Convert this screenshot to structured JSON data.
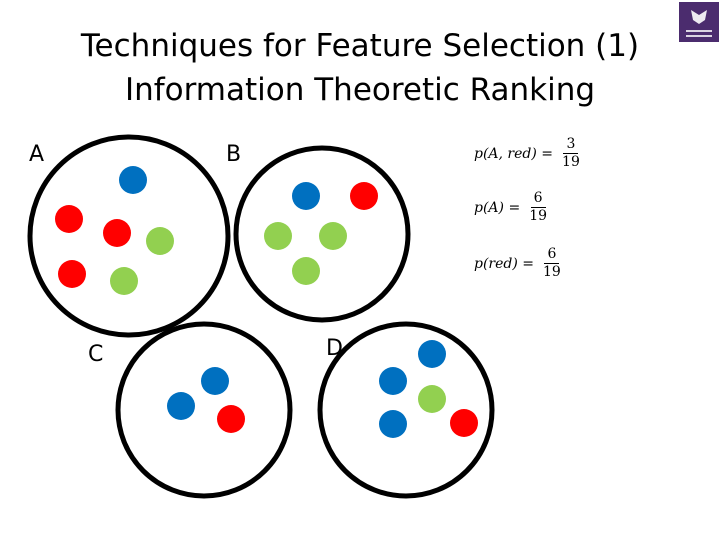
{
  "title": {
    "line1": "Techniques for Feature Selection (1)",
    "line2": "Information Theoretic Ranking"
  },
  "logo": {
    "icon": "university-logo-icon",
    "color": "#4b2c6e"
  },
  "colors": {
    "red": "#ff0000",
    "blue": "#0070c0",
    "green": "#92d050",
    "circle_stroke": "#000000"
  },
  "groups": [
    {
      "label": "A",
      "balls": [
        "blue",
        "red",
        "red",
        "green",
        "red",
        "green"
      ]
    },
    {
      "label": "B",
      "balls": [
        "blue",
        "red",
        "green",
        "green",
        "green"
      ]
    },
    {
      "label": "C",
      "balls": [
        "blue",
        "blue",
        "red"
      ]
    },
    {
      "label": "D",
      "balls": [
        "blue",
        "blue",
        "green",
        "blue",
        "red"
      ]
    }
  ],
  "formulas": [
    {
      "lhs": "p(A, red) =",
      "numerator": "3",
      "denominator": "19"
    },
    {
      "lhs": "p(A) =",
      "numerator": "6",
      "denominator": "19"
    },
    {
      "lhs": "p(red) =",
      "numerator": "6",
      "denominator": "19"
    }
  ]
}
